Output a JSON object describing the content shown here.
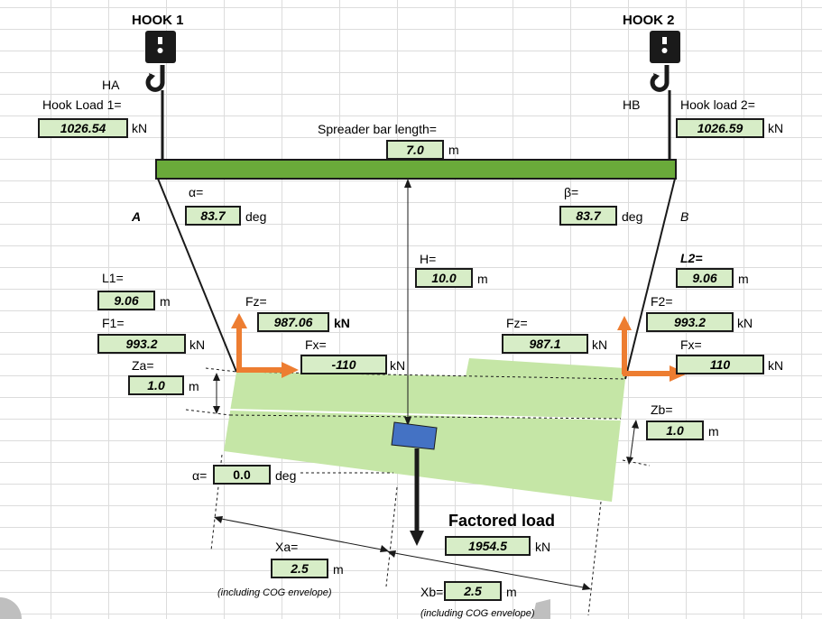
{
  "hooks": {
    "hook1_title": "HOOK 1",
    "hook2_title": "HOOK 2",
    "ha_label": "HA",
    "hb_label": "HB",
    "hook1_load_label": "Hook Load 1=",
    "hook1_load_value": "1026.54",
    "hook2_load_label": "Hook load 2=",
    "hook2_load_value": "1026.59",
    "unit_kn": "kN"
  },
  "spreader": {
    "label": "Spreader bar length=",
    "value": "7.0",
    "unit": "m"
  },
  "angles": {
    "alpha_label": "α=",
    "alpha_value": "83.7",
    "beta_label": "β=",
    "beta_value": "83.7",
    "unit": "deg",
    "point_a": "A",
    "point_b": "B"
  },
  "height": {
    "label": "H=",
    "value": "10.0",
    "unit": "m"
  },
  "left_sling": {
    "l1_label": "L1=",
    "l1_value": "9.06",
    "l1_unit": "m",
    "f1_label": "F1=",
    "f1_value": "993.2",
    "f1_unit": "kN",
    "fz_label": "Fz=",
    "fz_value": "987.06",
    "fz_unit": "kN",
    "fx_label": "Fx=",
    "fx_value": "-110",
    "fx_unit": "kN",
    "za_label": "Za=",
    "za_value": "1.0",
    "za_unit": "m"
  },
  "right_sling": {
    "l2_label": "L2=",
    "l2_value": "9.06",
    "l2_unit": "m",
    "f2_label": "F2=",
    "f2_value": "993.2",
    "f2_unit": "kN",
    "fz_label": "Fz=",
    "fz_value": "987.1",
    "fz_unit": "kN",
    "fx_label": "Fx=",
    "fx_value": "110",
    "fx_unit": "kN",
    "zb_label": "Zb=",
    "zb_value": "1.0",
    "zb_unit": "m"
  },
  "load": {
    "tilt_label": "α=",
    "tilt_value": "0.0",
    "tilt_unit": "deg",
    "factored_label": "Factored load",
    "factored_value": "1954.5",
    "factored_unit": "kN",
    "xa_label": "Xa=",
    "xa_value": "2.5",
    "xa_unit": "m",
    "xb_label": "Xb=",
    "xb_value": "2.5",
    "xb_unit": "m",
    "cog_note": "(including COG envelope)"
  },
  "colors": {
    "bar_green": "#6aaa3a",
    "load_green": "#c5e6a6",
    "input_fill": "#d7edc7",
    "arrow_orange": "#ed7d31",
    "cog_blue": "#4472c4"
  }
}
